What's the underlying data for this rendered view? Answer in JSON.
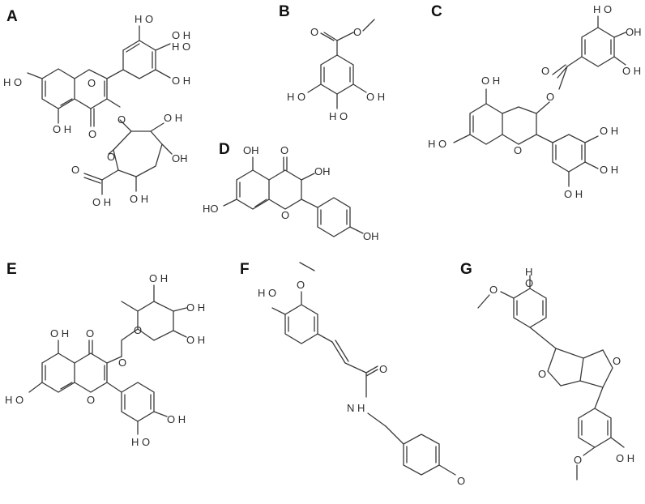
{
  "panels": {
    "A": {
      "letter": "A"
    },
    "B": {
      "letter": "B"
    },
    "C": {
      "letter": "C"
    },
    "D": {
      "letter": "D"
    },
    "E": {
      "letter": "E"
    },
    "F": {
      "letter": "F"
    },
    "G": {
      "letter": "G"
    }
  },
  "atoms": {
    "O": "O",
    "OH": "OH",
    "HO": "HO",
    "H_O": "H O",
    "O_H": "O H",
    "NH": "N H",
    "H": "H"
  }
}
